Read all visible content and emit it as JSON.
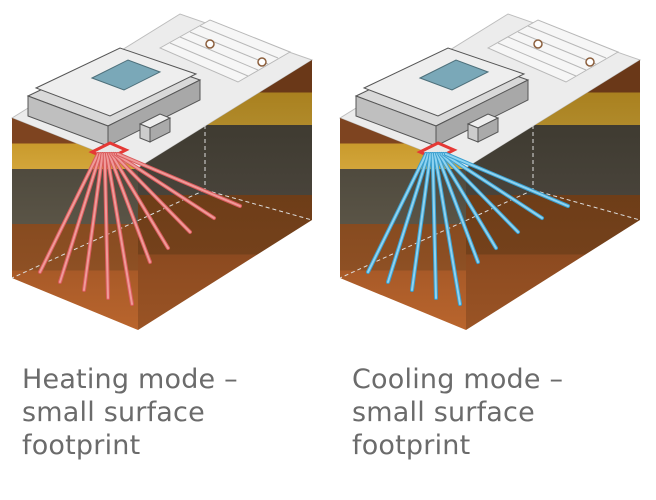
{
  "panels": [
    {
      "caption": [
        "Heating mode –",
        "small surface",
        "footprint"
      ],
      "mode": "heating",
      "loop_color": "#ef9a9a",
      "loop_outline": "#d95b5b"
    },
    {
      "caption": [
        "Cooling mode –",
        "small surface",
        "footprint"
      ],
      "mode": "cooling",
      "loop_color": "#8fd3f0",
      "loop_outline": "#3a9fcf"
    }
  ],
  "colors": {
    "surface_top": "#ededed",
    "layer_top": "#8a4a20",
    "layer_gold": "#c99a2c",
    "layer_dark": "#4f4a3e",
    "layer_brown": "#8b4f22",
    "layer_bottom": "#b4612c",
    "footprint": "#e53935"
  }
}
